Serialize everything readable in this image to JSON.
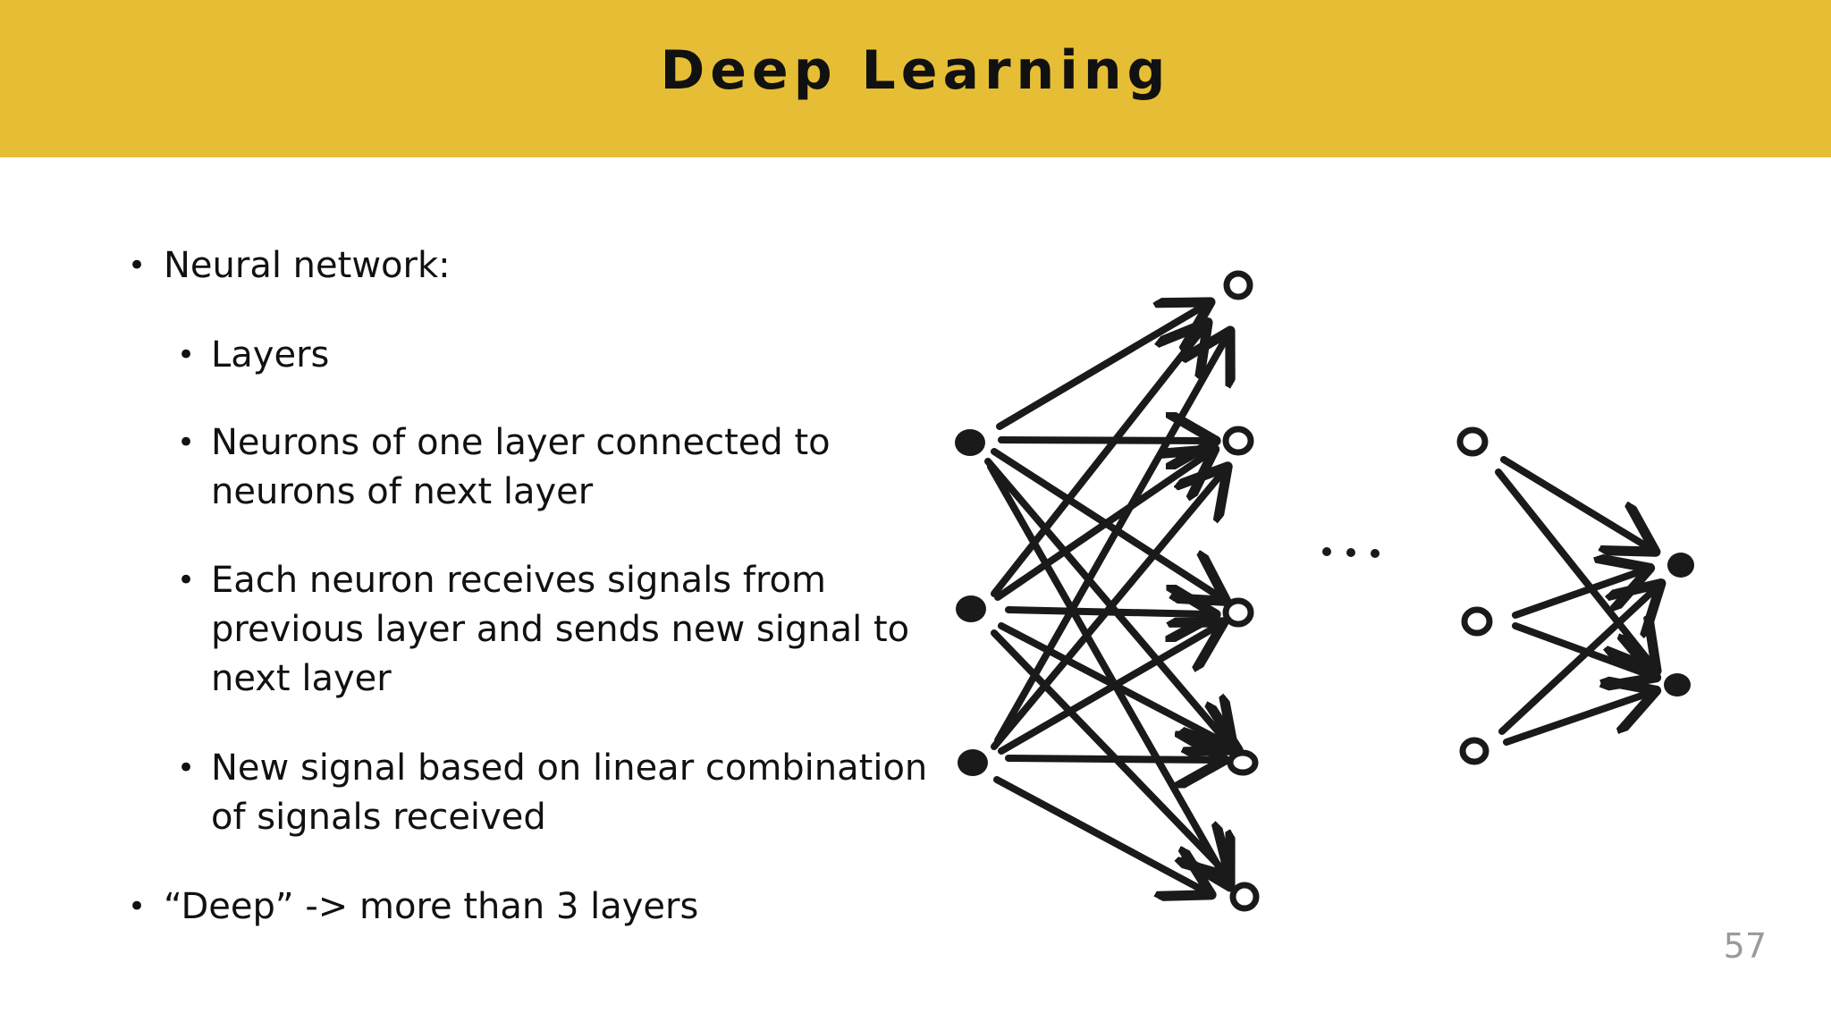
{
  "slide": {
    "title": "Deep Learning",
    "page_number": "57",
    "header_color": "#e6be35",
    "bullets": [
      {
        "level": 1,
        "text": "Neural network:"
      },
      {
        "level": 2,
        "text": "Layers"
      },
      {
        "level": 2,
        "lines": [
          "Neurons of one layer connected to",
          "neurons of next layer"
        ]
      },
      {
        "level": 2,
        "lines": [
          "Each neuron receives signals from",
          "previous layer and sends new signal to",
          "next layer"
        ]
      },
      {
        "level": 2,
        "lines": [
          "New signal based on linear combination",
          "of signals received"
        ]
      },
      {
        "level": 1,
        "text": "“Deep” -> more than 3 layers"
      }
    ],
    "bullet_glyph": "•",
    "diagram": {
      "ellipsis": "• • •"
    }
  }
}
